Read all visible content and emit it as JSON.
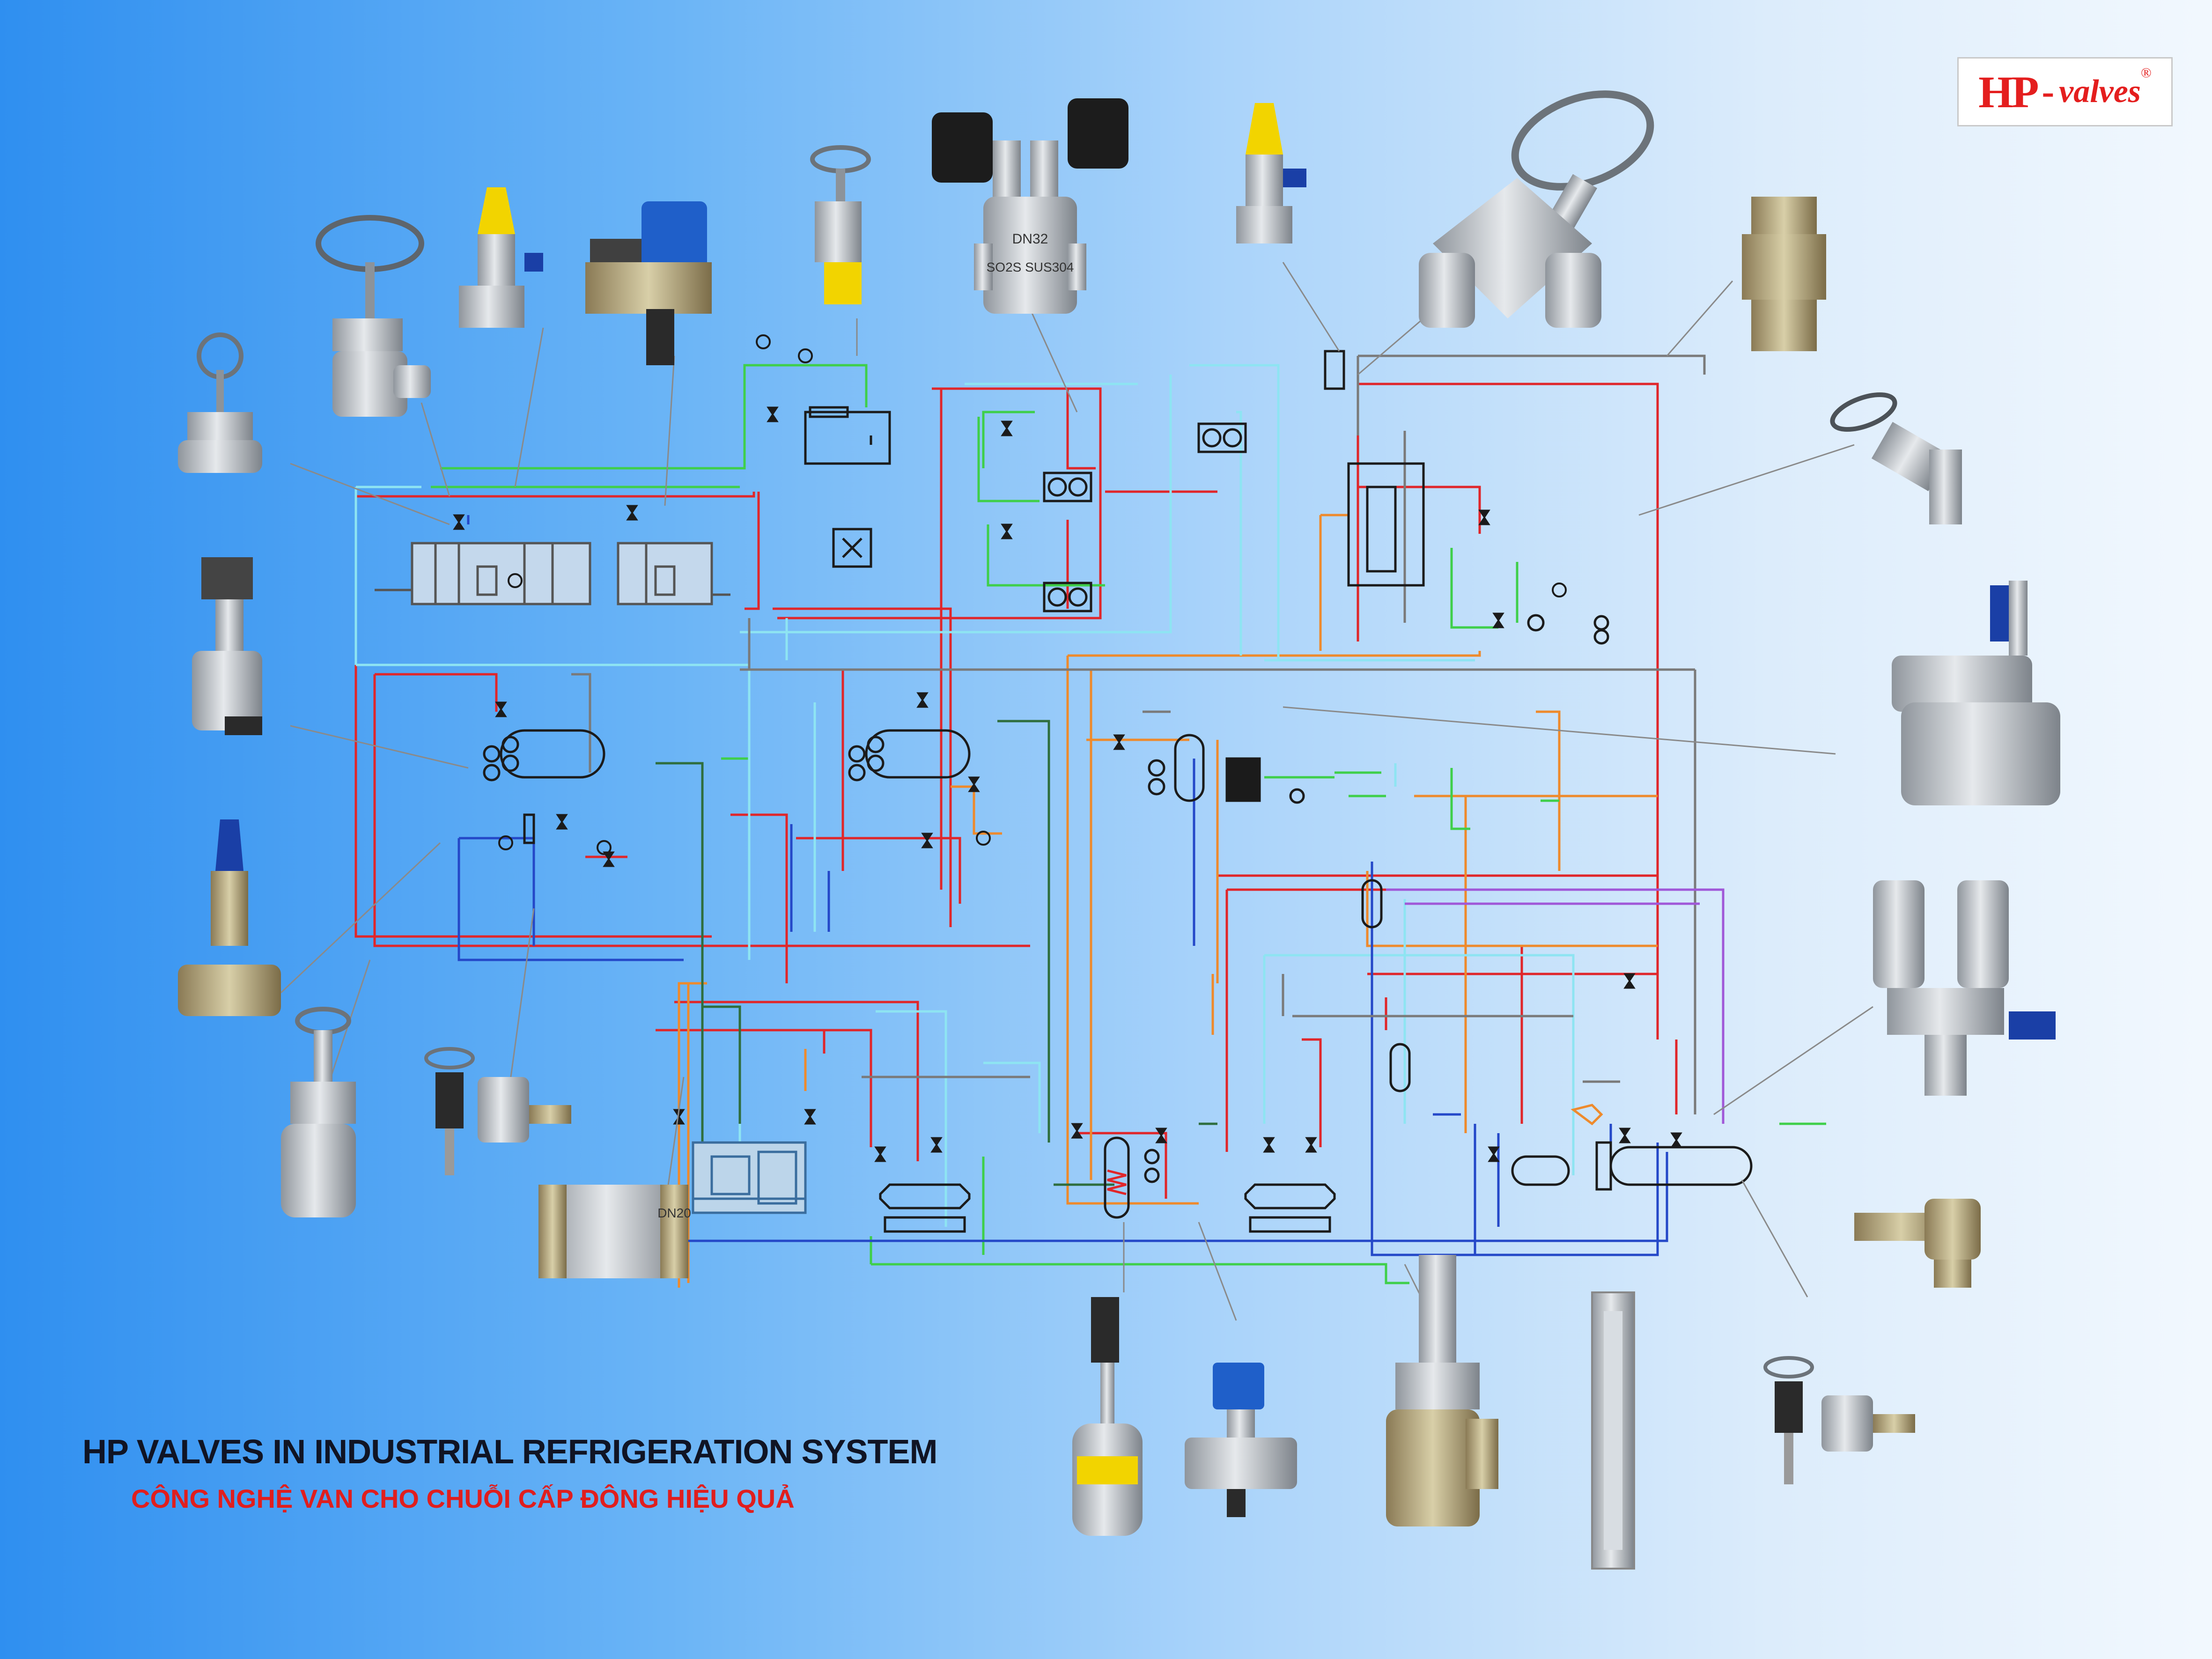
{
  "brand": {
    "logo_text": "HP",
    "logo_dash": "-",
    "logo_word": "valves",
    "logo_mark": "®",
    "color": "#e41e1e"
  },
  "heading": {
    "title": "HP VALVES IN INDUSTRIAL REFRIGERATION SYSTEM",
    "subtitle": "CÔNG NGHỆ VAN CHO CHUỖI CẤP ĐÔNG HIỆU QUẢ"
  },
  "product_labels": {
    "solenoid_body": "SO2S SUS304",
    "solenoid_size": "DN32",
    "strainer_size": "DN20"
  },
  "colors": {
    "background_left": "#2f8ff0",
    "background_right": "#f2f8fe",
    "pipe_red": "#e0262a",
    "pipe_orange": "#ee8a2c",
    "pipe_green": "#3fcf4a",
    "pipe_cyan": "#8ee4f2",
    "pipe_blue": "#2448c8",
    "pipe_gray": "#7a7a7a",
    "pipe_darkgreen": "#2f6e3e",
    "pipe_purple": "#a058d8",
    "equipment": "#1b1b1b"
  }
}
